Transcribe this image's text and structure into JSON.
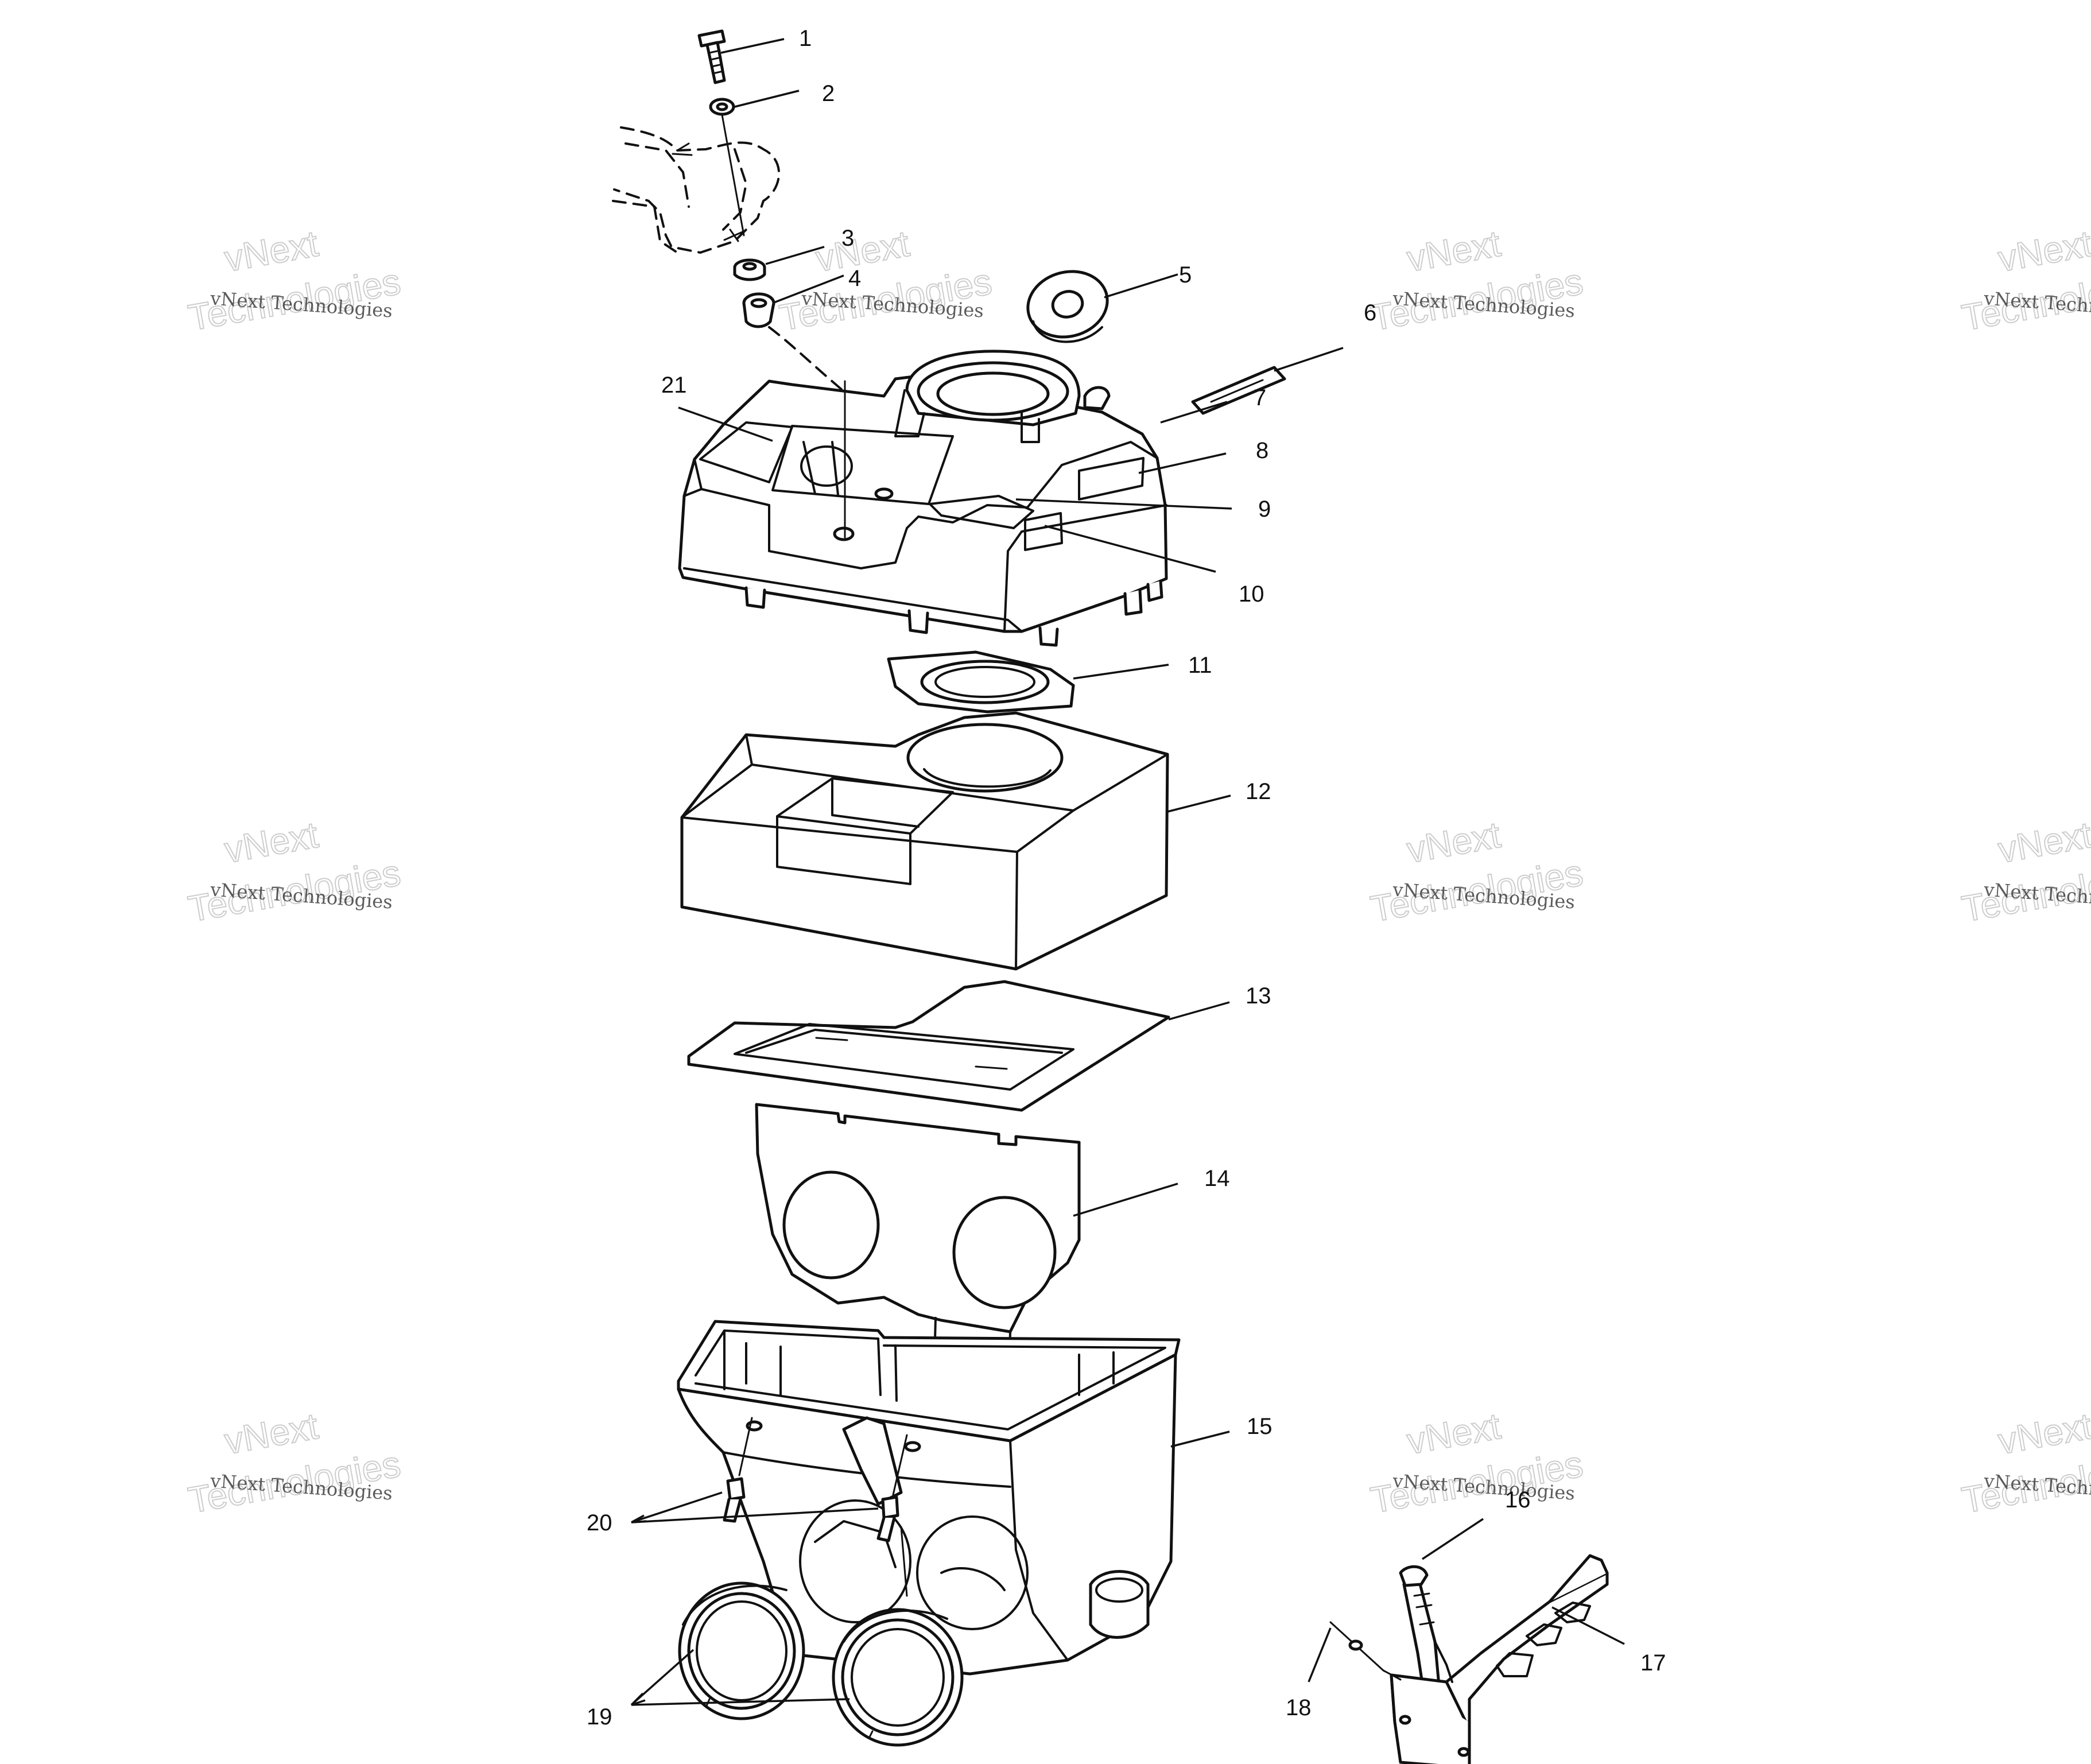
{
  "watermark": {
    "line_small": "vNext Technologies",
    "line_big_1": "vNext",
    "line_big_2": "Technologies"
  },
  "callouts": [
    {
      "id": "1",
      "label": "1"
    },
    {
      "id": "2",
      "label": "2"
    },
    {
      "id": "3",
      "label": "3"
    },
    {
      "id": "4",
      "label": "4"
    },
    {
      "id": "5",
      "label": "5"
    },
    {
      "id": "6",
      "label": "6"
    },
    {
      "id": "7",
      "label": "7"
    },
    {
      "id": "8",
      "label": "8"
    },
    {
      "id": "9",
      "label": "9"
    },
    {
      "id": "10",
      "label": "10"
    },
    {
      "id": "11",
      "label": "11"
    },
    {
      "id": "12",
      "label": "12"
    },
    {
      "id": "13",
      "label": "13"
    },
    {
      "id": "14",
      "label": "14"
    },
    {
      "id": "15",
      "label": "15"
    },
    {
      "id": "16",
      "label": "16"
    },
    {
      "id": "17",
      "label": "17"
    },
    {
      "id": "18",
      "label": "18"
    },
    {
      "id": "19",
      "label": "19"
    },
    {
      "id": "20",
      "label": "20"
    },
    {
      "id": "21",
      "label": "21"
    }
  ]
}
